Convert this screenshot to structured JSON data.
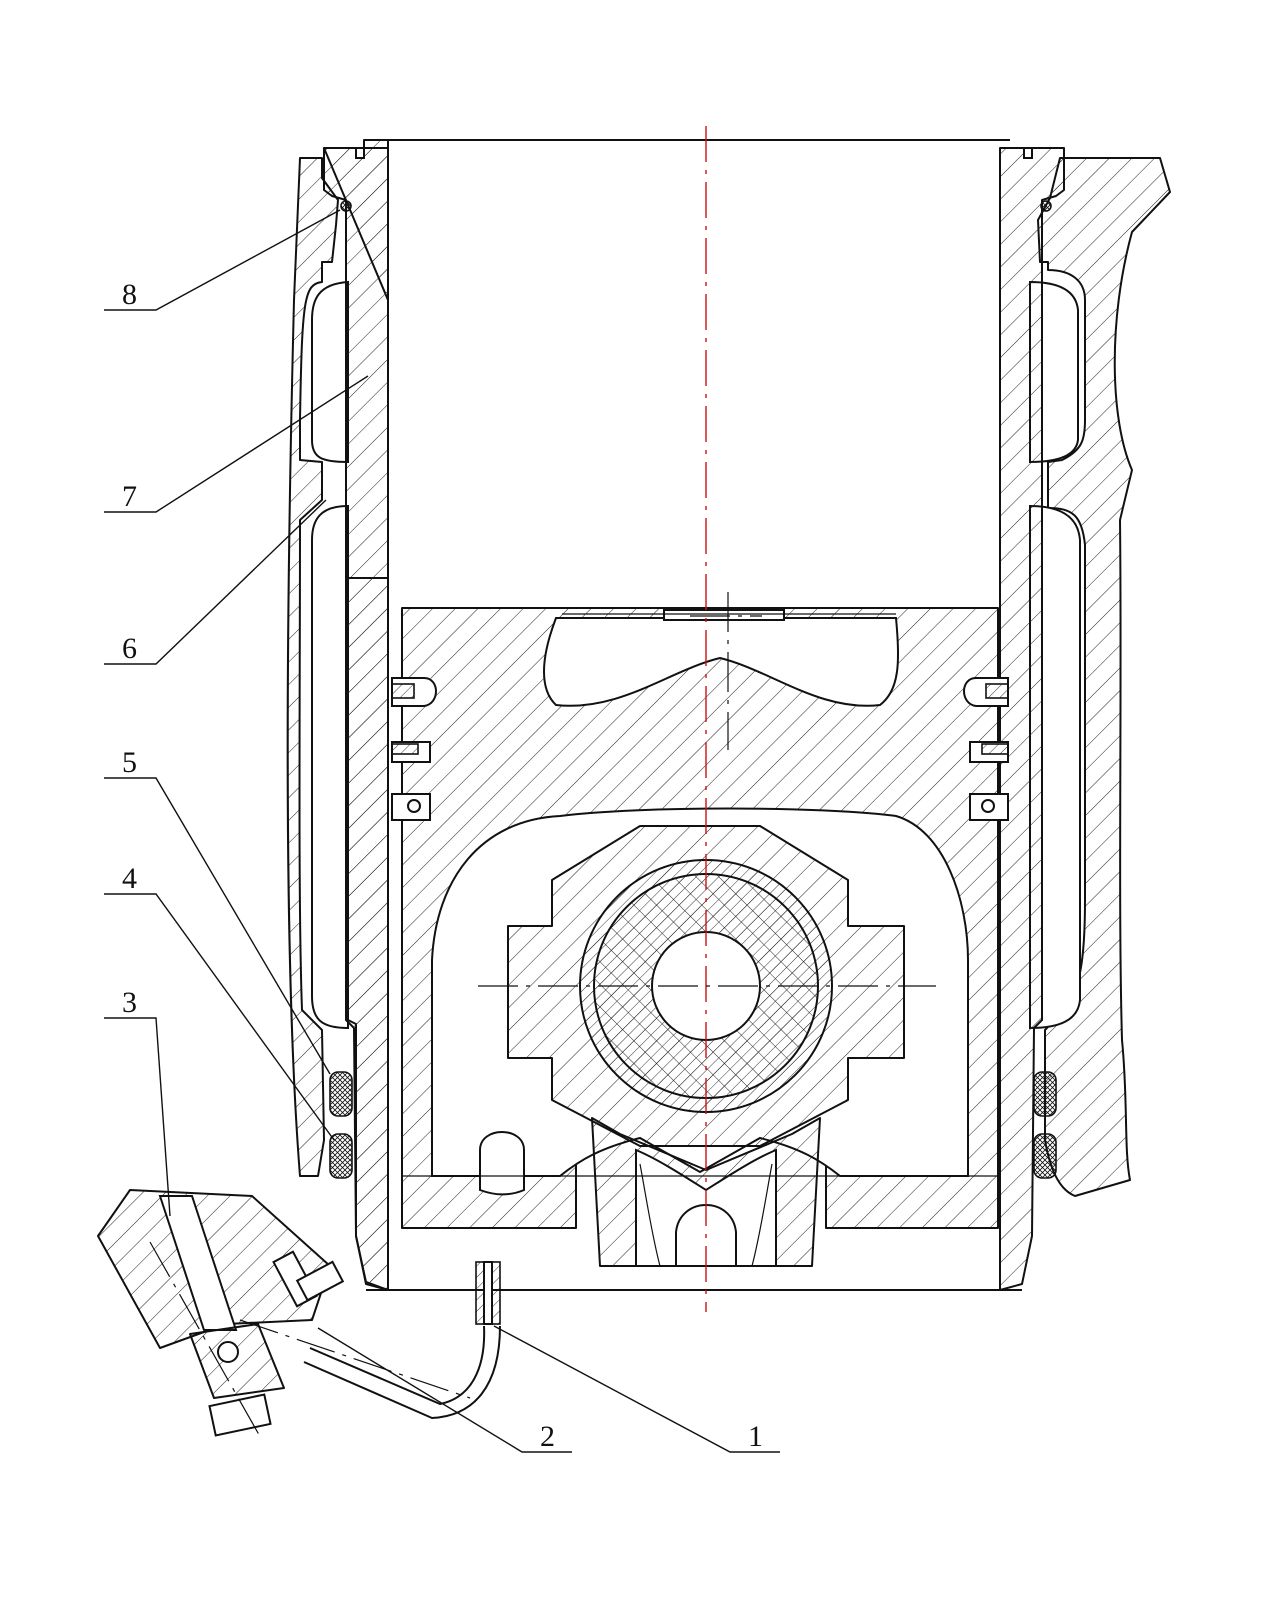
{
  "callouts": [
    {
      "label": "1",
      "part": "oil-jet-nozzle"
    },
    {
      "label": "2",
      "part": "oil-supply-pipe"
    },
    {
      "label": "3",
      "part": "oil-gallery-block"
    },
    {
      "label": "4",
      "part": "lower-seal-ring"
    },
    {
      "label": "5",
      "part": "upper-seal-ring"
    },
    {
      "label": "6",
      "part": "coolant-jacket"
    },
    {
      "label": "7",
      "part": "cylinder-liner"
    },
    {
      "label": "8",
      "part": "top-seal"
    }
  ],
  "colors": {
    "line": "#111111",
    "centerline": "#d01010",
    "background": "#ffffff"
  }
}
